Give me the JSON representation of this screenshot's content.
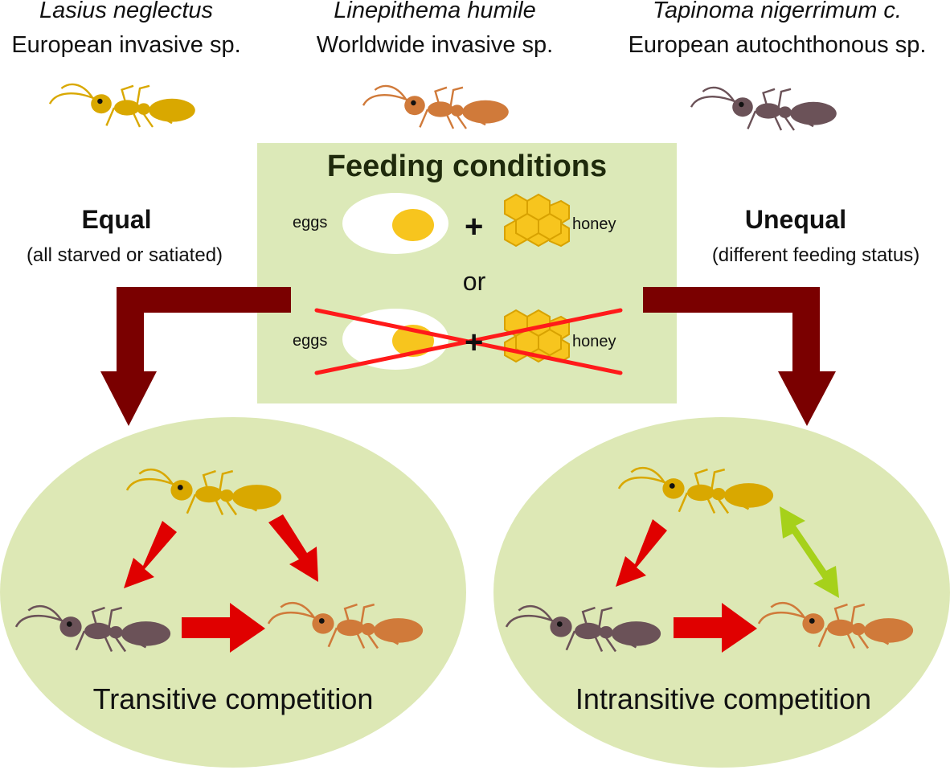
{
  "species": [
    {
      "name": "Lasius neglectus",
      "desc": "European invasive sp.",
      "color": "#d9a800"
    },
    {
      "name": "Linepithema humile",
      "desc": "Worldwide invasive sp.",
      "color": "#d07a3a"
    },
    {
      "name": "Tapinoma nigerrimum c.",
      "desc": "European autochthonous sp.",
      "color": "#6b5258"
    }
  ],
  "feeding": {
    "title": "Feeding conditions",
    "eggs_label": "eggs",
    "honey_label": "honey",
    "plus": "+",
    "or": "or"
  },
  "conditions": {
    "equal": {
      "title": "Equal",
      "sub": "(all starved or satiated)"
    },
    "unequal": {
      "title": "Unequal",
      "sub": "(different feeding status)"
    }
  },
  "outcomes": {
    "transitive": "Transitive competition",
    "intransitive": "Intransitive competition"
  },
  "colors": {
    "panel_bg": "#dce9b8",
    "ellipse_bg": "#dde8b5",
    "flow_arrow": "#7a0000",
    "competition_arrow": "#e00000",
    "mutual_arrow": "#a6d11a",
    "cross": "#ff1a1a"
  }
}
